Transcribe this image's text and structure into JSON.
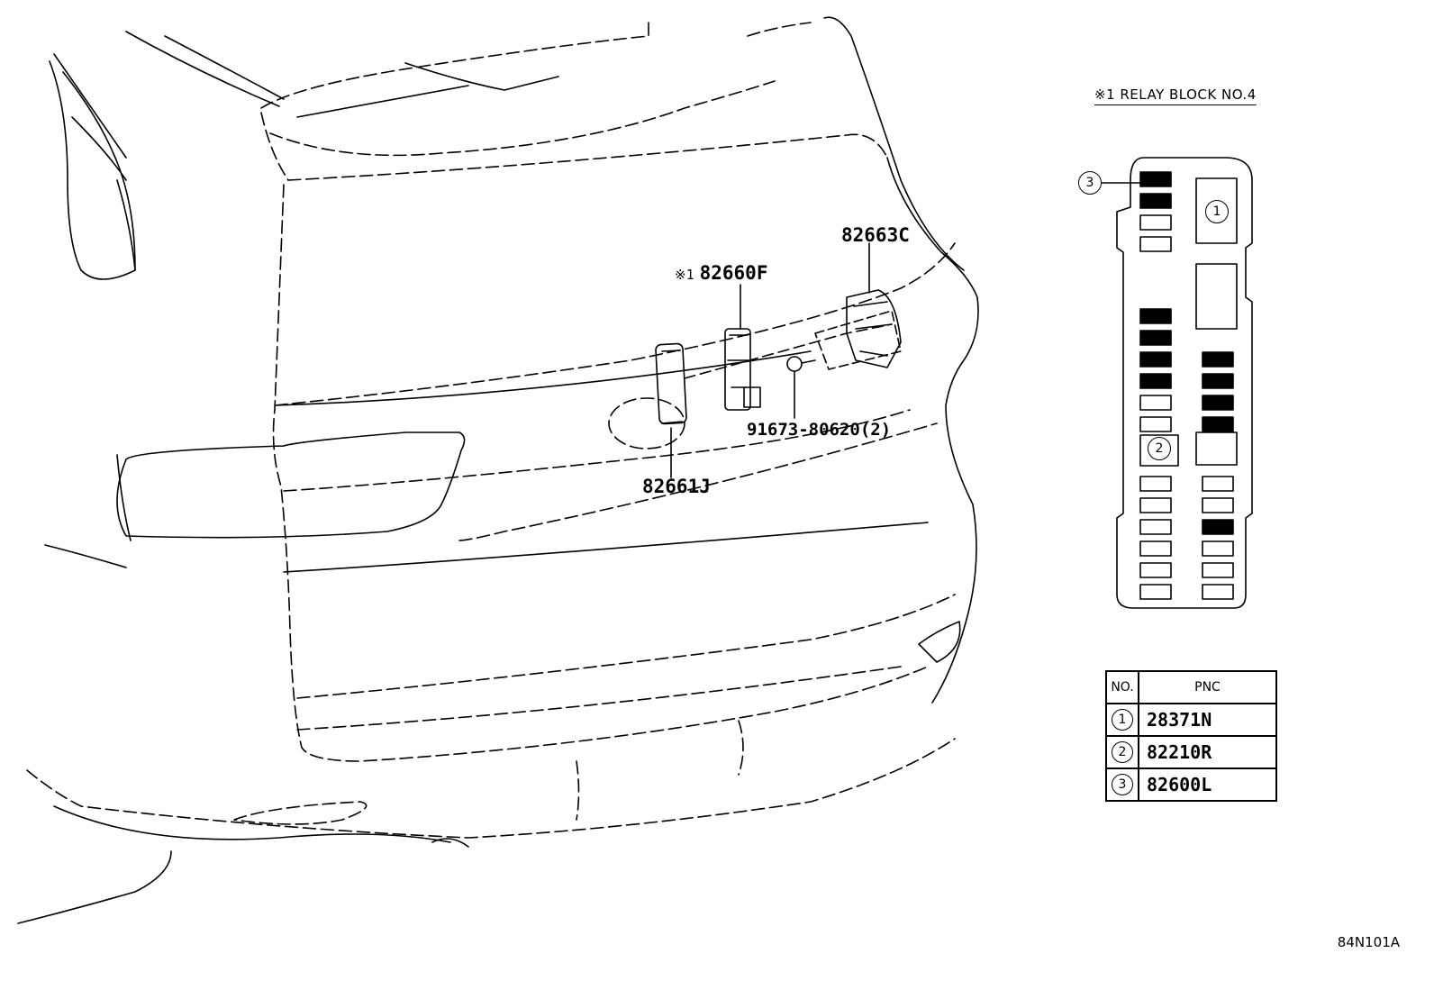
{
  "labels": {
    "part_82663c": "82663C",
    "part_82660f": "82660F",
    "part_82660f_mark": "※1",
    "part_bolt": "91673-80620(2)",
    "part_82661j": "82661J"
  },
  "relay_block": {
    "title": "※1  RELAY BLOCK NO.4",
    "callouts": [
      "1",
      "2",
      "3"
    ]
  },
  "pnc_table": {
    "headers": [
      "NO.",
      "PNC"
    ],
    "rows": [
      {
        "no": "1",
        "pnc": "28371N"
      },
      {
        "no": "2",
        "pnc": "82210R"
      },
      {
        "no": "3",
        "pnc": "82600L"
      }
    ]
  },
  "diagram_code": "84N101A"
}
